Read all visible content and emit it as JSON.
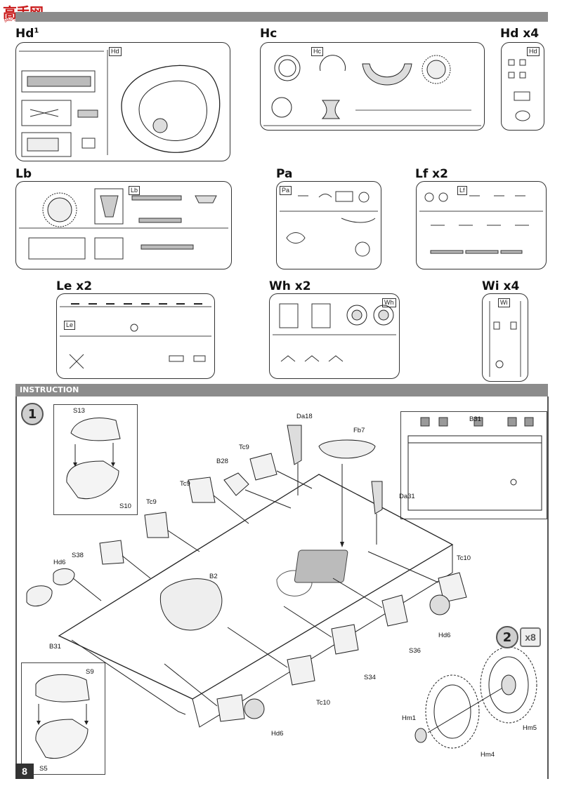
{
  "watermark": {
    "logo": "高手网",
    "sub": "gao-shou.com"
  },
  "sprues": [
    {
      "id": "hd1",
      "label": "Hd",
      "sup": "1",
      "tag": "Hd"
    },
    {
      "id": "hc",
      "label": "Hc",
      "tag": "Hc"
    },
    {
      "id": "hdx4",
      "label": "Hd x4",
      "tag": "Hd"
    },
    {
      "id": "lb",
      "label": "Lb",
      "tag": "Lb"
    },
    {
      "id": "pa",
      "label": "Pa",
      "tag": "Pa"
    },
    {
      "id": "lfx2",
      "label": "Lf x2",
      "tag": "Lf"
    },
    {
      "id": "lex2",
      "label": "Le x2",
      "tag": "Le"
    },
    {
      "id": "whx2",
      "label": "Wh x2",
      "tag": "Wh"
    },
    {
      "id": "wix4",
      "label": "Wi x4",
      "tag": "Wi"
    }
  ],
  "section_title": "INSTRUCTION",
  "step1": {
    "number": "1"
  },
  "step2": {
    "number": "2",
    "multiplier": "x8"
  },
  "callouts": {
    "s13": "S13",
    "s10": "S10",
    "s9": "S9",
    "s5": "S5",
    "da18": "Da18",
    "fb7": "Fb7",
    "da31": "Da31",
    "b28": "B28",
    "tc9a": "Tc9",
    "tc9b": "Tc9",
    "tc9c": "Tc9",
    "s38": "S38",
    "hd6a": "Hd6",
    "b2": "B2",
    "b31a": "B31",
    "b31b": "B31",
    "tc10a": "Tc10",
    "tc10b": "Tc10",
    "hd6b": "Hd6",
    "hd6c": "Hd6",
    "s36": "S36",
    "s34": "S34",
    "hm1": "Hm1",
    "hm4": "Hm4",
    "hm5": "Hm5"
  },
  "page_number": "8"
}
